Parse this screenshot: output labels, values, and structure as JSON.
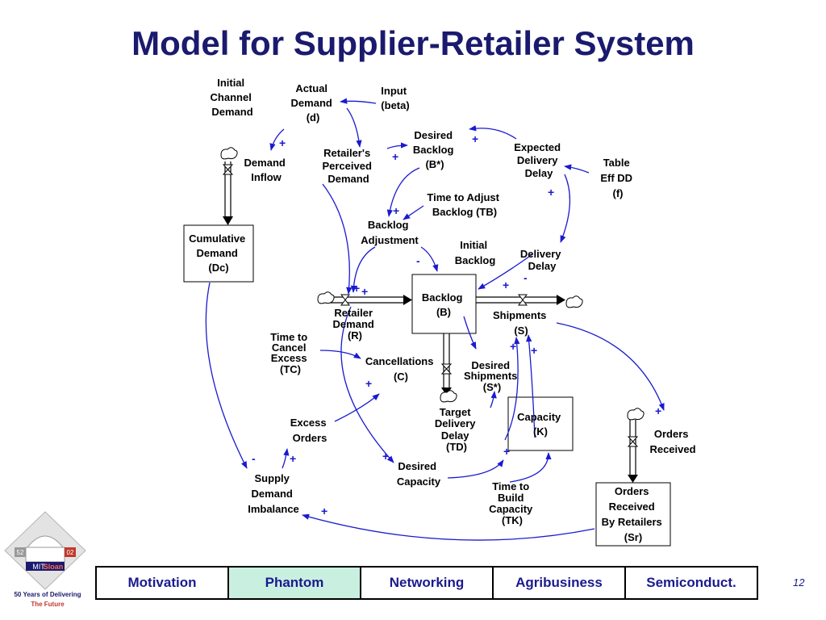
{
  "title": "Model for Supplier-Retailer System",
  "diagram": {
    "variables": {
      "initial_channel_demand": [
        "Initial",
        "Channel",
        "Demand"
      ],
      "actual_demand": [
        "Actual",
        "Demand",
        "(d)"
      ],
      "input_beta": [
        "Input",
        "(beta)"
      ],
      "demand_inflow": [
        "Demand",
        "Inflow"
      ],
      "retailers_perceived_demand": [
        "Retailer's",
        "Perceived",
        "Demand"
      ],
      "desired_backlog": [
        "Desired",
        "Backlog",
        "(B*)"
      ],
      "expected_delivery_delay": [
        "Expected",
        "Delivery",
        "Delay"
      ],
      "table_eff_dd": [
        "Table",
        "Eff DD",
        "(f)"
      ],
      "time_to_adjust_backlog": [
        "Time to Adjust",
        "Backlog (TB)"
      ],
      "backlog_adjustment": [
        "Backlog",
        "Adjustment"
      ],
      "initial_backlog": [
        "Initial",
        "Backlog"
      ],
      "delivery_delay": [
        "Delivery",
        "Delay"
      ],
      "retailer_demand": [
        "Retailer",
        "Demand",
        "(R)"
      ],
      "shipments": [
        "Shipments",
        "(S)"
      ],
      "time_to_cancel_excess": [
        "Time to",
        "Cancel",
        "Excess",
        "(TC)"
      ],
      "cancellations": [
        "Cancellations",
        "(C)"
      ],
      "desired_shipments": [
        "Desired",
        "Shipments",
        "(S*)"
      ],
      "excess_orders": [
        "Excess",
        "Orders"
      ],
      "target_delivery_delay": [
        "Target",
        "Delivery",
        "Delay",
        "(TD)"
      ],
      "orders_received": [
        "Orders",
        "Received"
      ],
      "desired_capacity": [
        "Desired",
        "Capacity"
      ],
      "supply_demand_imbalance": [
        "Supply",
        "Demand",
        "Imbalance"
      ],
      "time_to_build_capacity": [
        "Time to",
        "Build",
        "Capacity",
        "(TK)"
      ]
    },
    "stocks": {
      "cumulative_demand": [
        "Cumulative",
        "Demand",
        "(Dc)"
      ],
      "backlog": [
        "Backlog",
        "(B)"
      ],
      "capacity": [
        "Capacity",
        "(K)"
      ],
      "orders_received_by_retailers": [
        "Orders",
        "Received",
        "By Retailers",
        "(Sr)"
      ]
    },
    "polarities": {
      "plus": "+",
      "minus": "-"
    }
  },
  "nav": {
    "tabs": [
      "Motivation",
      "Phantom",
      "Networking",
      "Agribusiness",
      "Semiconduct."
    ],
    "active": "Phantom"
  },
  "page_number": "12",
  "logo": {
    "left_number": "52",
    "right_number": "02",
    "brand_mit": "MIT",
    "brand_sloan": "Sloan",
    "tagline_1": "50 Years of Delivering",
    "tagline_2": "The Future"
  },
  "colors": {
    "title": "#1a1a6e",
    "link_arrow": "#1a1ad0",
    "polarity": "#1a1ad0",
    "flow": "#000000",
    "active_tab": "#c9efe0",
    "nav_text": "#1a1a8e",
    "logo_accent": "#c0392b"
  }
}
